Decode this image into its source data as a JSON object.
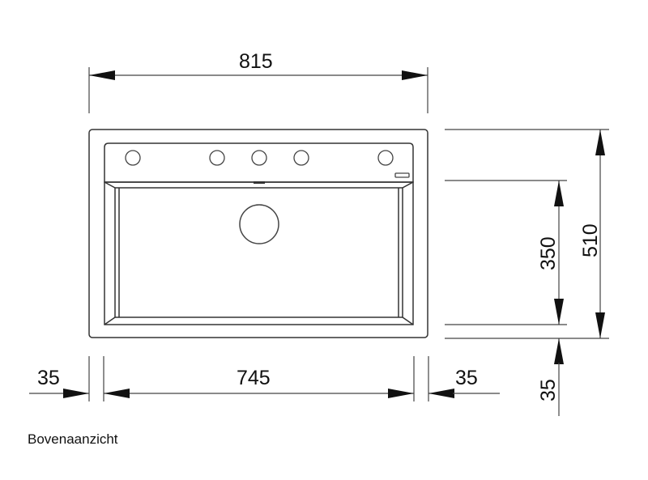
{
  "drawing": {
    "view_label": "Bovenaanzicht",
    "line_color": "#333333",
    "arrow_color": "#111111"
  },
  "dimensions": {
    "overall_width": "815",
    "basin_width": "745",
    "left_margin": "35",
    "right_margin": "35",
    "overall_depth": "510",
    "basin_depth": "350",
    "front_margin": "35"
  },
  "sink": {
    "tap_holes": 5,
    "drain": 1,
    "overflow": 1
  }
}
